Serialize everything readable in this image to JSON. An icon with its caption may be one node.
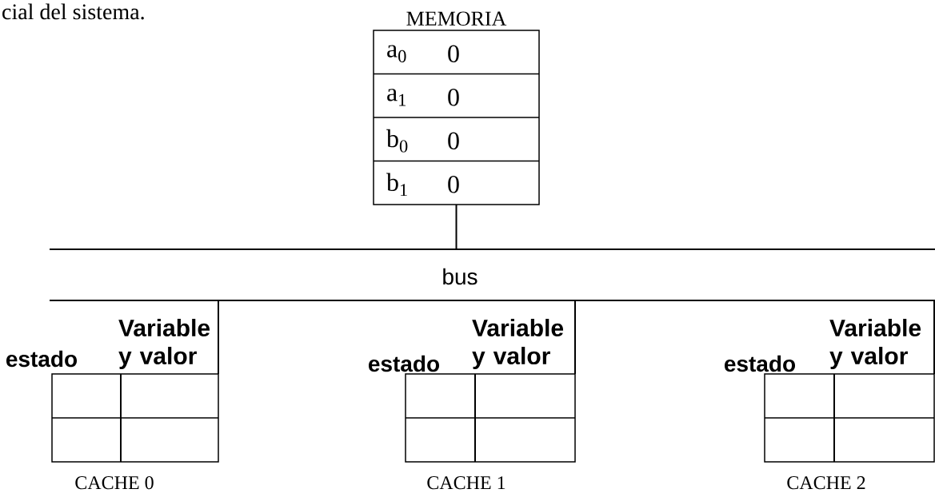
{
  "diagram": {
    "nodes": [
      {
        "text": [
          "MEMORIA",
          "a$_{0}$",
          "0",
          "a$_{1}$",
          "0",
          "b$_{0}$",
          "0",
          "b$_{1}$",
          "0"
        ]
      },
      {
        "text": [
          "bus"
        ]
      },
      {
        "text": [
          "estado",
          "Variable y valor"
        ],
        "beside": [
          "CACHE 0"
        ]
      },
      {
        "text": [
          "estado",
          "Variable y valor"
        ],
        "beside": [
          "CACHE 1"
        ]
      },
      {
        "text": [
          "estado",
          "Variable y valor"
        ],
        "beside": [
          "CACHE 2"
        ]
      }
    ],
    "edges": [
      {
        "from": 0,
        "to": 1,
        "arrow": "none"
      },
      {
        "from": 1,
        "to": 2,
        "arrow": "none"
      },
      {
        "from": 1,
        "to": 3,
        "arrow": "none"
      },
      {
        "from": 1,
        "to": 4,
        "arrow": "none"
      }
    ],
    "labels": [
      "cial del sistema."
    ]
  }
}
